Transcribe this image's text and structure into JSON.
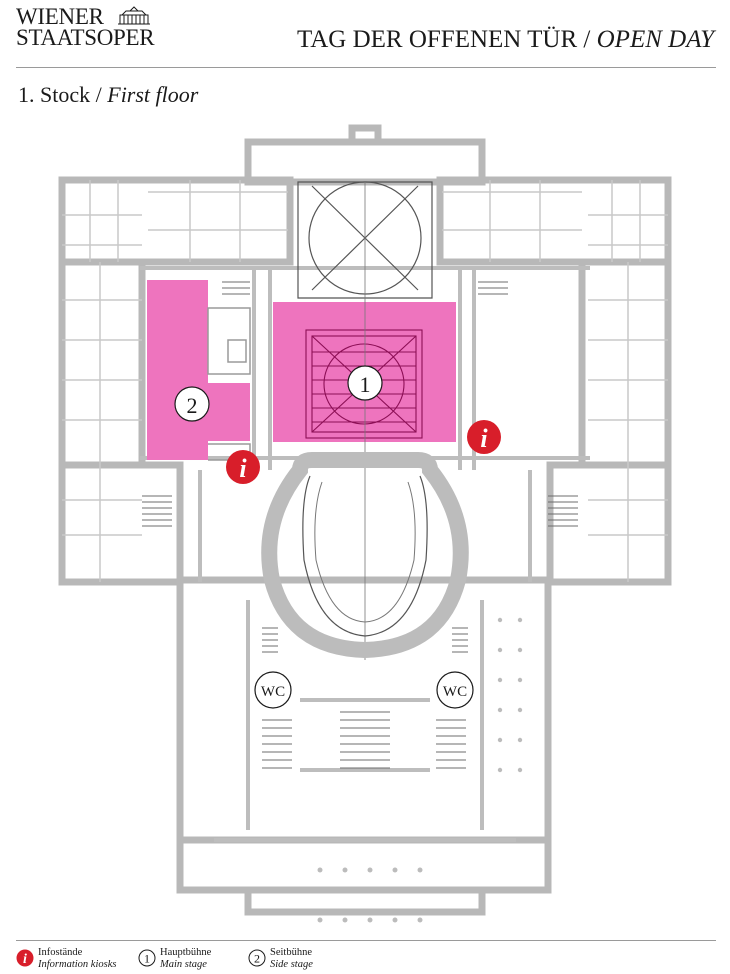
{
  "header": {
    "logo_line1": "WIENER",
    "logo_line2": "STAATSOPER",
    "event_title_de": "TAG DER OFFENEN TÜR",
    "event_separator": " / ",
    "event_title_en": "OPEN DAY"
  },
  "floor": {
    "title_de": "1. Stock",
    "separator": " / ",
    "title_en": "First floor"
  },
  "map": {
    "highlight_color": "#ee74be",
    "info_color": "#d81e2a",
    "wall_color": "#c9c9c9",
    "markers": {
      "main_stage_number": "1",
      "side_stage_number": "2",
      "info_glyph": "i",
      "wc_left": "WC",
      "wc_right": "WC"
    }
  },
  "legend": {
    "info": {
      "de": "Infostände",
      "en": "Information kiosks",
      "glyph": "i"
    },
    "main_stage": {
      "number": "1",
      "de": "Hauptbühne",
      "en": "Main stage"
    },
    "side_stage": {
      "number": "2",
      "de": "Seitbühne",
      "en": "Side stage"
    }
  }
}
